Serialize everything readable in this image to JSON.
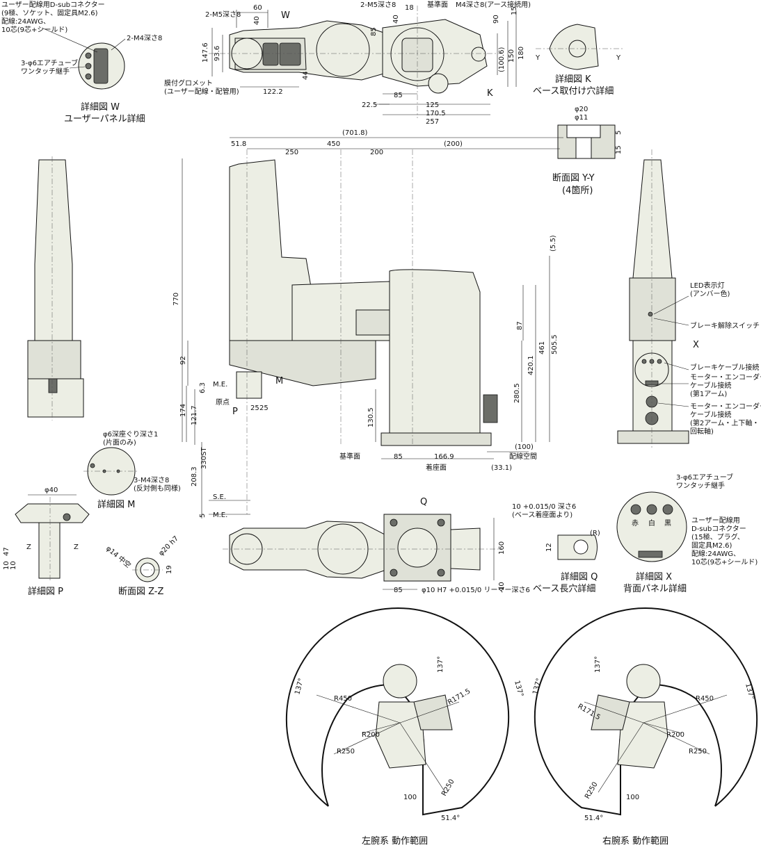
{
  "top_view": {
    "dims": {
      "d60": "60",
      "d40a": "40",
      "m5_2": "2-M5深さ8",
      "w_label": "W",
      "d147_6": "147.6",
      "d93_6": "93.6",
      "d44": "44",
      "d122_2": "122.2",
      "m5_2b": "2-M5深さ8",
      "d40b": "40",
      "d18": "18",
      "ref_plane": "基準面",
      "m4_earth": "M4深さ8(アース接続用)",
      "d85top": "85",
      "d90": "90",
      "d15": "15",
      "d150": "150",
      "d180": "180",
      "d100_6": "(100.6)",
      "d22_5": "22.5",
      "d85": "85",
      "d125": "125",
      "d170_5": "170.5",
      "d257": "257",
      "k_label": "K"
    },
    "grommet": "膜付グロメット",
    "grommet2": "(ユーザー配線・配管用)"
  },
  "detail_w": {
    "note1": "ユーザー配線用D-subコネクター",
    "note2": "(9極、ソケット、固定具M2.6)",
    "note3": "配線:24AWG、",
    "note4": "10芯(9芯+シールド)",
    "m4": "2-M4深さ8",
    "air1": "3-φ6エアチューブ",
    "air2": "ワンタッチ継手",
    "caption1": "詳細図 W",
    "caption2": "ユーザーパネル詳細"
  },
  "detail_k": {
    "y1": "Y",
    "y2": "Y",
    "caption1": "詳細図 K",
    "caption2": "ベース取付け穴詳細"
  },
  "section_yy": {
    "d20": "φ20",
    "d11": "φ11",
    "d5": "5",
    "d15": "15",
    "caption1": "断面図 Y-Y",
    "caption2": "(4箇所)"
  },
  "front_view": {
    "dims": {
      "d701_8": "(701.8)",
      "d51_8": "51.8",
      "d450": "450",
      "d250": "250",
      "d200": "200",
      "d200p": "(200)",
      "d770": "770",
      "d5_5": "(5.5)",
      "d87": "87",
      "d461": "461",
      "d505_5": "505.5",
      "d420_1": "420.1",
      "d280_5": "280.5",
      "d130_5": "130.5",
      "d92": "92",
      "d6_3": "6.3",
      "d174": "174",
      "d121_7": "121.7",
      "d208_3": "208.3",
      "d330st": "330ST",
      "d5b": "5",
      "d25a": "25",
      "d25b": "25",
      "d85": "85",
      "d166_9": "166.9",
      "d100": "(100)",
      "d33_1": "(33.1)"
    },
    "me": "M.E.",
    "origin": "原点",
    "se": "S.E.",
    "me2": "M.E.",
    "m_label": "M",
    "p_label": "P",
    "ref_plane": "基準面",
    "seat": "着座面",
    "wiring_space": "配線空間"
  },
  "side_view": {
    "led1": "LED表示灯",
    "led2": "(アンバー色)",
    "brake_sw": "ブレーキ解除スイッチ",
    "x_label": "X",
    "brake_cable": "ブレーキケーブル接続",
    "mot1a": "モーター・エンコーダー",
    "mot1b": "ケーブル接続",
    "mot1c": "(第1アーム)",
    "mot2a": "モーター・エンコーダー",
    "mot2b": "ケーブル接続",
    "mot2c": "(第2アーム・上下軸・",
    "mot2d": "回転軸)"
  },
  "detail_m": {
    "note1": "φ6深座ぐり深さ1",
    "note2": "(片面のみ)",
    "note3": "3-M4深さ8",
    "note4": "(反対側も同様)",
    "caption": "詳細図 M"
  },
  "detail_p": {
    "d40": "φ40",
    "d47": "47",
    "d10a": "10",
    "d10b": "10",
    "z1": "Z",
    "z2": "Z",
    "caption": "詳細図 P"
  },
  "section_zz": {
    "d14": "φ14 中空",
    "d20": "φ20 h7",
    "d19": "19",
    "caption": "断面図 Z-Z"
  },
  "bottom_view": {
    "q_label": "Q",
    "d160": "160",
    "d85": "85",
    "d10": "10",
    "bore": "φ10 H7 +0.015/0 リーマー深さ6"
  },
  "detail_q": {
    "tol": "10 +0.015/0 深さ6",
    "tol2": "(ベース着座面より)",
    "d12": "12",
    "r": "(R)",
    "caption1": "詳細図 Q",
    "caption2": "ベース長穴詳細"
  },
  "detail_x": {
    "air1": "3-φ6エアチューブ",
    "air2": "ワンタッチ継手",
    "red": "赤",
    "white": "白",
    "black": "黒",
    "n1": "ユーザー配線用",
    "n2": "D-subコネクター",
    "n3": "(15極、プラグ、",
    "n4": "固定具M2.6)",
    "n5": "配線:24AWG、",
    "n6": "10芯(9芯+シールド)",
    "caption1": "詳細図 X",
    "caption2": "背面パネル詳細"
  },
  "range_left": {
    "a137a": "137°",
    "a137b": "137°",
    "a137c": "137°",
    "r450": "R450",
    "r171_5": "R171.5",
    "r200": "R200",
    "r250a": "R250",
    "r250b": "R250",
    "d100": "100",
    "a51_4": "51.4°",
    "caption": "左腕系 動作範囲"
  },
  "range_right": {
    "a137a": "137°",
    "a137b": "137°",
    "a137c": "137°",
    "r450": "R450",
    "r171_5": "R171.5",
    "r200": "R200",
    "r250a": "R250",
    "r250b": "R250",
    "d100": "100",
    "a51_4": "51.4°",
    "caption": "右腕系 動作範囲"
  }
}
